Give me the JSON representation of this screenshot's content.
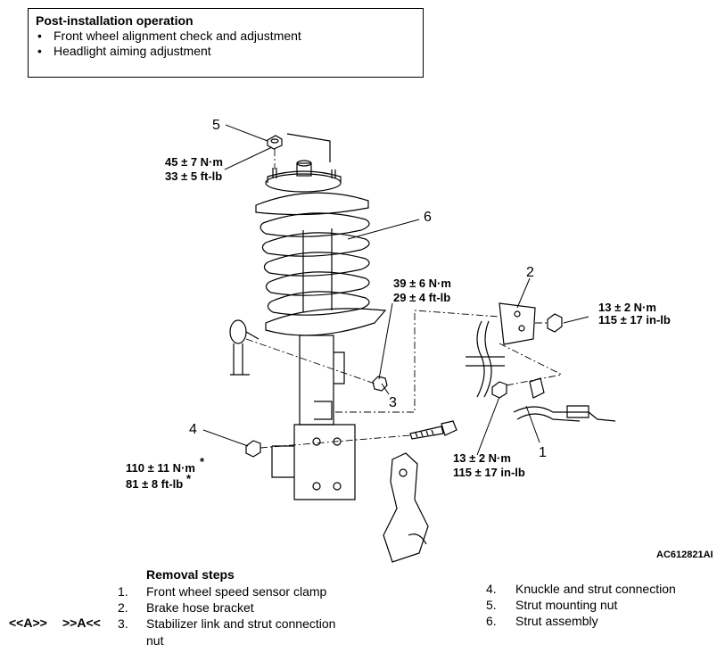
{
  "post_installation": {
    "title": "Post-installation operation",
    "items": [
      "Front wheel alignment check and adjustment",
      "Headlight aiming adjustment"
    ]
  },
  "callouts": {
    "c1": "1",
    "c2": "2",
    "c3": "3",
    "c4": "4",
    "c5": "5",
    "c6": "6"
  },
  "torques": {
    "t5a": "45 ± 7 N·m",
    "t5b": "33 ± 5 ft-lb",
    "t3a": "39 ± 6 N·m",
    "t3b": "29 ± 4 ft-lb",
    "t2a": "13 ± 2 N·m",
    "t2b": "115 ± 17 in-lb",
    "t1a": "13 ± 2 N·m",
    "t1b": "115 ± 17 in-lb",
    "t4a": "110 ± 11 N·m",
    "t4b": "81 ± 8 ft-lb",
    "star": "*"
  },
  "image_id": "AC612821AI",
  "removal": {
    "title": "Removal steps",
    "left_steps": [
      {
        "n": "1.",
        "text": "Front wheel speed sensor clamp"
      },
      {
        "n": "2.",
        "text": "Brake hose bracket"
      },
      {
        "n": "3.",
        "text": "Stabilizer link and strut connection"
      },
      {
        "n": "",
        "text": "nut"
      }
    ],
    "right_steps": [
      {
        "n": "4.",
        "text": "Knuckle and strut connection"
      },
      {
        "n": "5.",
        "text": "Strut mounting nut"
      },
      {
        "n": "6.",
        "text": "Strut assembly"
      }
    ],
    "tag_a": "<<A>>",
    "tag_b": ">>A<<"
  }
}
